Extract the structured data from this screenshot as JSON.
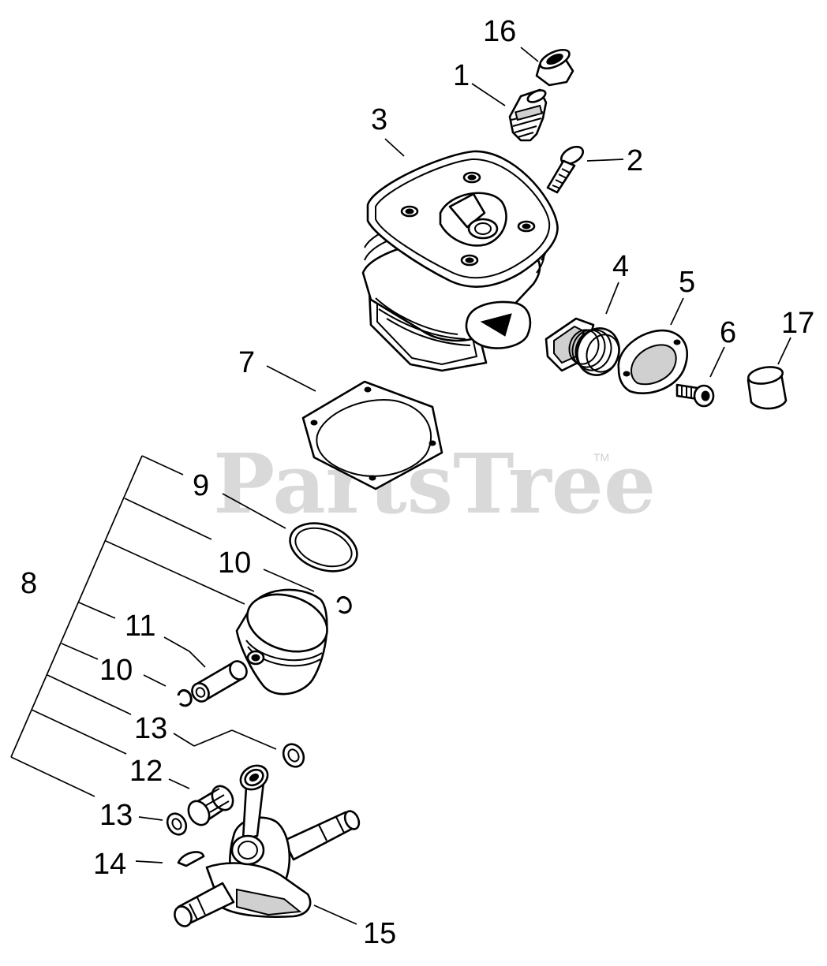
{
  "watermark": {
    "text": "PartsTree",
    "trademark": "TM"
  },
  "labels": {
    "p1": "1",
    "p2": "2",
    "p3": "3",
    "p4": "4",
    "p5": "5",
    "p6": "6",
    "p7": "7",
    "p8": "8",
    "p9": "9",
    "p10a": "10",
    "p10b": "10",
    "p11": "11",
    "p12": "12",
    "p13a": "13",
    "p13b": "13",
    "p14": "14",
    "p15": "15",
    "p16": "16",
    "p17": "17"
  }
}
